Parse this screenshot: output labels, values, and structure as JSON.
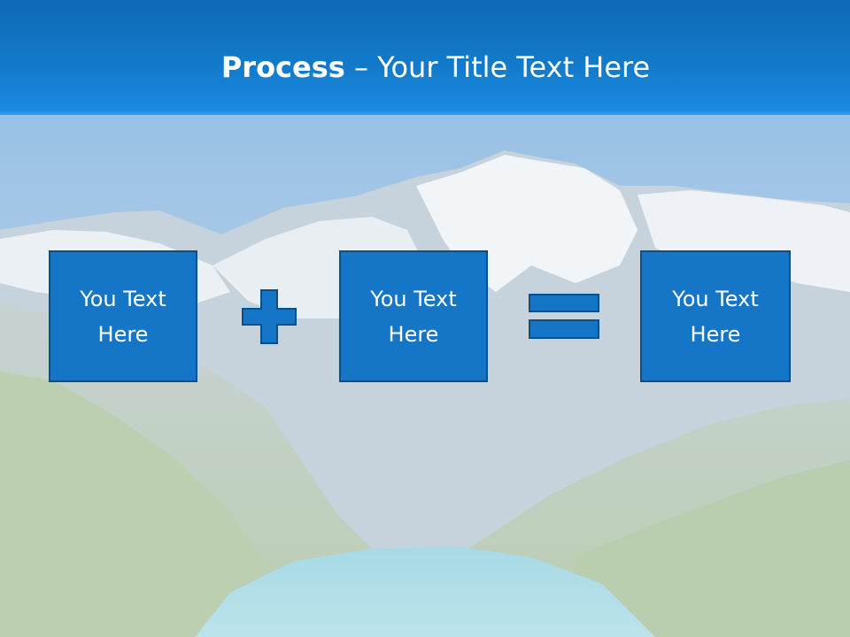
{
  "slide": {
    "title_bold": "Process",
    "title_separator": "–",
    "title_rest": "Your Title Text Here"
  },
  "boxes": [
    {
      "line1": "You Text",
      "line2": "Here"
    },
    {
      "line1": "You Text",
      "line2": "Here"
    },
    {
      "line1": "You Text",
      "line2": "Here"
    }
  ],
  "operators": [
    {
      "icon": "plus-icon"
    },
    {
      "icon": "equals-icon"
    }
  ],
  "colors": {
    "header": "#137ccd",
    "box_fill": "#1576c8",
    "box_border": "#0b4f87",
    "text": "#ffffff"
  }
}
